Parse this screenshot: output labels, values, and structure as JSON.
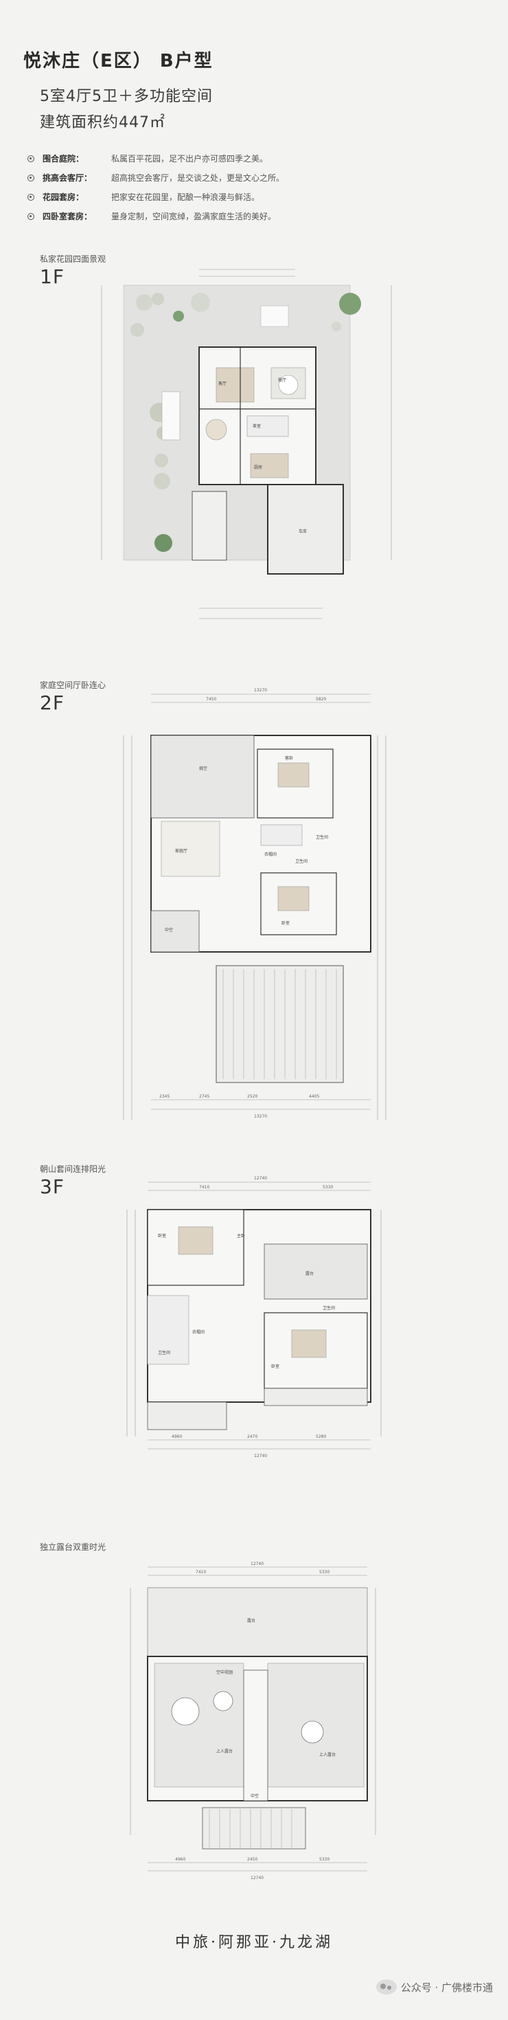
{
  "header": {
    "title": "悦沐庄（E区） B户型",
    "layout": "5室4厅5卫＋多功能空间",
    "area": "建筑面积约447㎡"
  },
  "features": [
    {
      "key": "围合庭院：",
      "desc": "私属百平花园，足不出户亦可感四季之美。"
    },
    {
      "key": "挑高会客厅：",
      "desc": "超高挑空会客厅，是交谈之处，更是文心之所。"
    },
    {
      "key": "花园套房：",
      "desc": "把家安在花园里，配酿一种浪漫与鲜活。"
    },
    {
      "key": "四卧室套房：",
      "desc": "量身定制，空间宽绰，盈满家庭生活的美好。"
    }
  ],
  "floors": [
    {
      "caption": "私家花园四面景观",
      "label": "1F"
    },
    {
      "caption": "家庭空间厅卧连心",
      "label": "2F"
    },
    {
      "caption": "朝山套间连排阳光",
      "label": "3F"
    },
    {
      "caption": "独立露台双重时光",
      "label": ""
    }
  ],
  "plan_labels": {
    "f1": [
      "客厅",
      "餐厅",
      "茶室",
      "厨房",
      "车库"
    ],
    "f2": [
      "挑空",
      "客卧",
      "家庭厅",
      "卫生间",
      "卫生间",
      "卧室",
      "衣帽间",
      "中空"
    ],
    "f3": [
      "卧室",
      "卫生间",
      "衣帽间",
      "露台",
      "卫生间",
      "卧室",
      "主卧"
    ],
    "f4": [
      "露台",
      "空中花园",
      "上人露台",
      "上人露台",
      "中空"
    ]
  },
  "dims": {
    "f2_top": [
      "13270",
      "7450",
      "5820"
    ],
    "f2_bottom": [
      "2345",
      "2745",
      "2520",
      "4405"
    ],
    "f3_top": [
      "12740",
      "7410",
      "5330"
    ],
    "f3_bottom": [
      "4960",
      "2470",
      "5280"
    ],
    "f4_top": [
      "12740",
      "7410",
      "5330"
    ],
    "f4_bottom": [
      "4960",
      "2450",
      "5330"
    ]
  },
  "footer": {
    "brand": "中旅·阿那亚·九龙湖",
    "watermark": "公众号 · 广佛楼市通"
  }
}
